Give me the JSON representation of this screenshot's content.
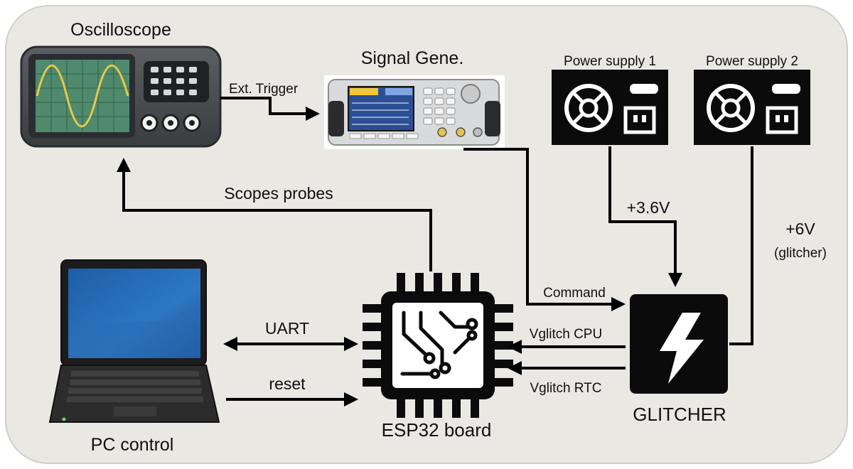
{
  "diagram": {
    "background_color": "#e9e8e3",
    "nodes": {
      "oscilloscope": {
        "label": "Oscilloscope"
      },
      "signal_generator": {
        "label": "Signal Gene."
      },
      "power_supply_1": {
        "label": "Power supply 1"
      },
      "power_supply_2": {
        "label": "Power supply 2"
      },
      "pc": {
        "label": "PC control"
      },
      "esp32": {
        "label": "ESP32 board"
      },
      "glitcher": {
        "label": "GLITCHER"
      }
    },
    "edges": {
      "ext_trigger": {
        "label": "Ext. Trigger"
      },
      "scope_probes": {
        "label": "Scopes probes"
      },
      "ps1_supply": {
        "label": "+3.6V"
      },
      "ps2_supply": {
        "label": "+6V",
        "sublabel": "(glitcher)"
      },
      "command": {
        "label": "Command"
      },
      "uart": {
        "label": "UART"
      },
      "reset": {
        "label": "reset"
      },
      "vglitch_cpu": {
        "label": "Vglitch CPU"
      },
      "vglitch_rtc": {
        "label": "Vglitch RTC"
      }
    },
    "icons": {
      "oscilloscope": "oscilloscope-icon",
      "signal_generator": "signal-generator-icon",
      "power_supply": "power-supply-icon",
      "laptop": "laptop-icon",
      "chip": "chip-icon",
      "glitcher": "lightning-bolt-icon"
    }
  }
}
